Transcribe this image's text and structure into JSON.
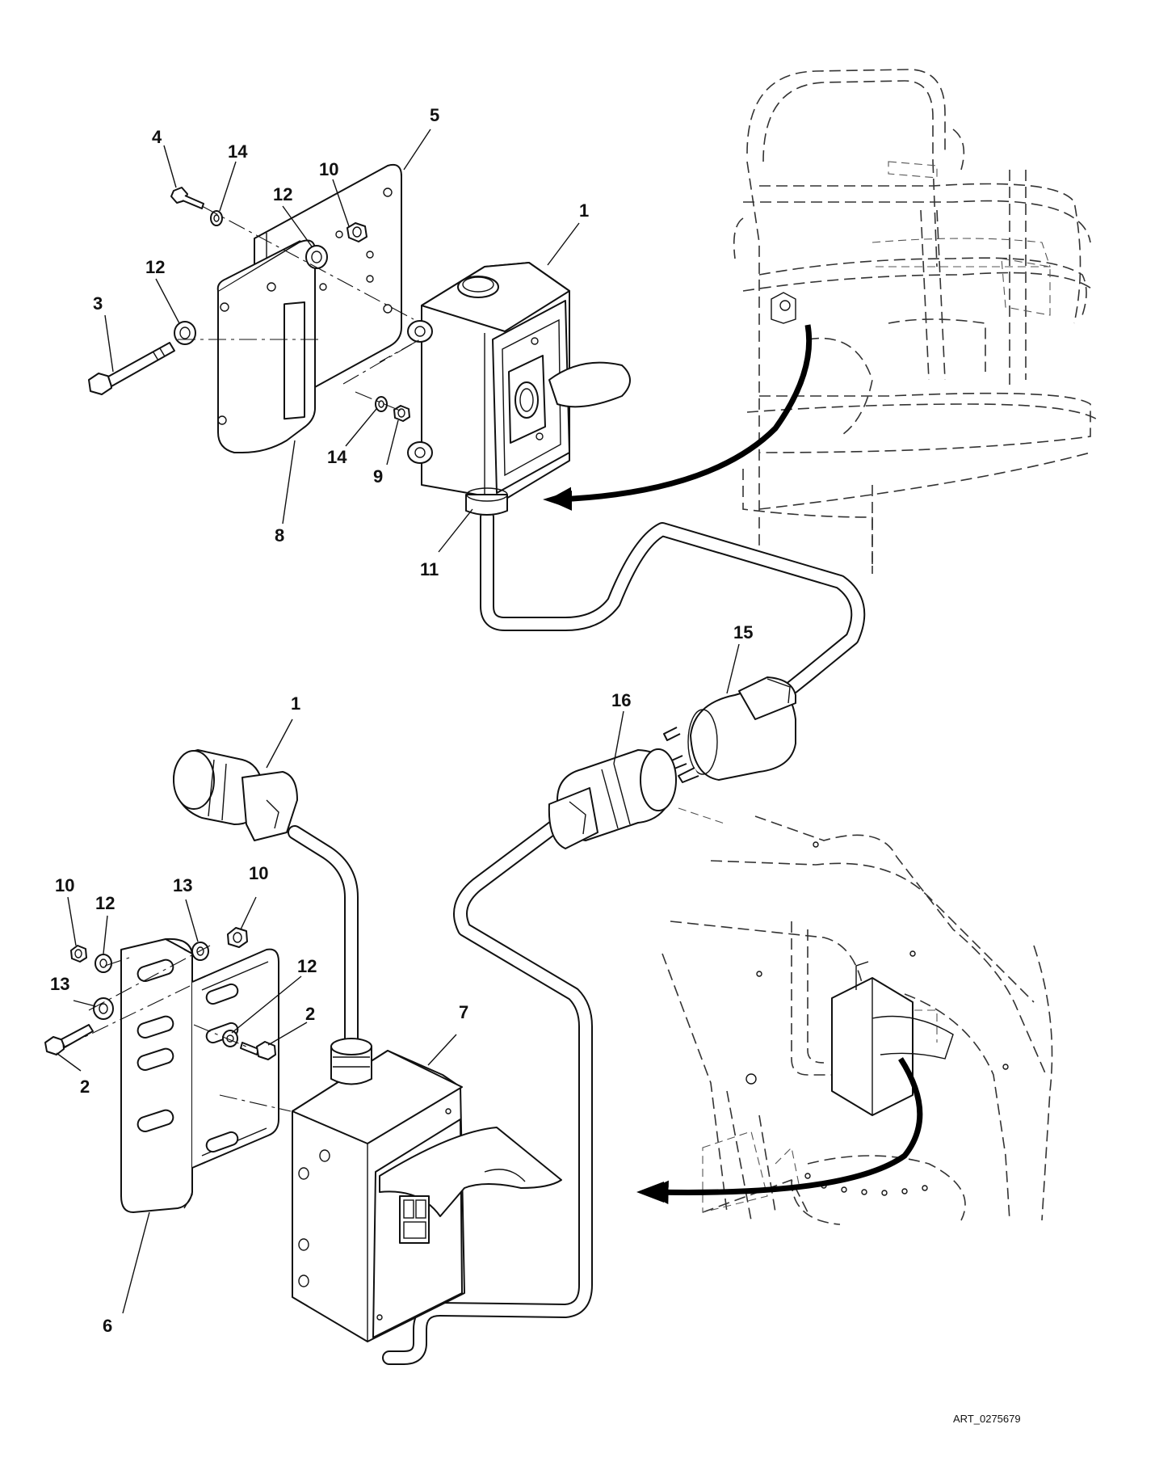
{
  "figure": {
    "art_id": "ART_0275679"
  },
  "callouts": {
    "top": {
      "c1": "1",
      "c3": "3",
      "c4": "4",
      "c5": "5",
      "c8": "8",
      "c9": "9",
      "c10": "10",
      "c11": "11",
      "c12a": "12",
      "c12b": "12",
      "c14a": "14",
      "c14b": "14"
    },
    "connectors": {
      "c15": "15",
      "c16": "16",
      "c1": "1"
    },
    "bottom": {
      "c2a": "2",
      "c2b": "2",
      "c6": "6",
      "c7": "7",
      "c10a": "10",
      "c10b": "10",
      "c12a": "12",
      "c12b": "12",
      "c13a": "13",
      "c13b": "13"
    }
  },
  "icons": {
    "location_arrow_top": "curved-arrow-left",
    "location_arrow_bottom": "curved-arrow-left"
  }
}
